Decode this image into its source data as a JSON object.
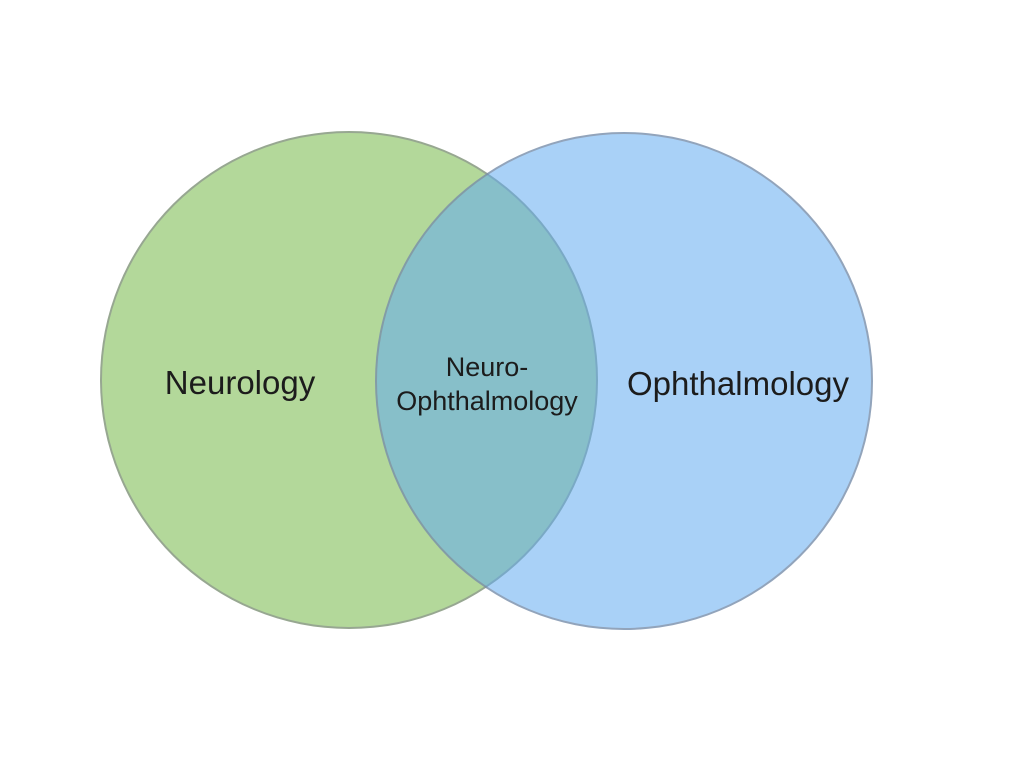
{
  "slide": {
    "type": "venn-diagram",
    "background_color": "#ffffff",
    "outline_color": "rgba(128,128,138,0.55)",
    "text_color": "#1c1c1c",
    "left_set": {
      "label": "Neurology",
      "fill": "rgba(117,184,71,0.55)",
      "rendered_color_over_white": "#b4d99a"
    },
    "right_set": {
      "label": "Ophthalmology",
      "fill": "rgba(99,171,240,0.55)",
      "rendered_color_over_white": "#a9d1f7"
    },
    "intersection": {
      "label": "Neuro-Ophthalmology",
      "line1": "Neuro-",
      "line2": "Ophthalmology",
      "rendered_color": "#87bfc9"
    }
  }
}
